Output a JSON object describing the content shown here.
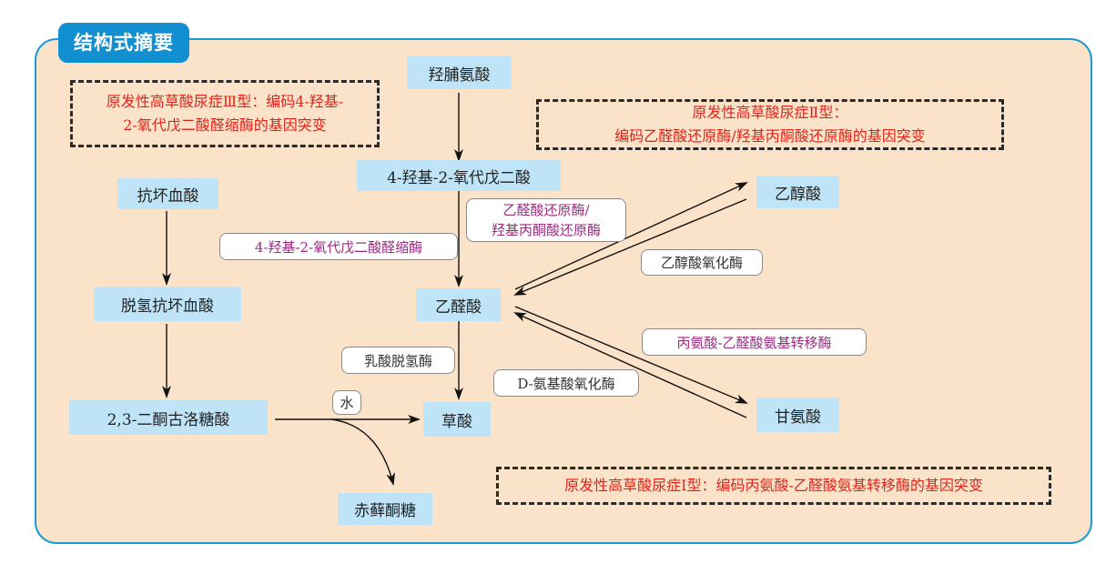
{
  "title": "结构式摘要",
  "nodes": {
    "hydroxyproline": "羟脯氨酸",
    "hog": "4-羟基-2-氧代戊二酸",
    "ascorbic": "抗坏血酸",
    "dehydroascorbic": "脱氢抗坏血酸",
    "diketogulonic": "2,3-二酮古洛糖酸",
    "glyoxylate": "乙醛酸",
    "oxalate": "草酸",
    "erythrulose": "赤藓酮糖",
    "glycolate": "乙醇酸",
    "glycine": "甘氨酸"
  },
  "enzymes": {
    "grhpr_line1": "乙醛酸还原酶/",
    "grhpr_line2": "羟基丙酮酸还原酶",
    "hoga": "4-羟基-2-氧代戊二酸醛缩酶",
    "go": "乙醇酸氧化酶",
    "agt": "丙氨酸-乙醛酸氨基转移酶",
    "ldh": "乳酸脱氢酶",
    "dao": "D-氨基酸氧化酶",
    "water": "水"
  },
  "notes": {
    "ph3_line1": "原发性高草酸尿症Ⅲ型：编码4-羟基-",
    "ph3_line2": "2-氧代戊二酸醛缩酶的基因突变",
    "ph2_line1": "原发性高草酸尿症Ⅱ型：",
    "ph2_line2": "编码乙醛酸还原酶/羟基丙酮酸还原酶的基因突变",
    "ph1": "原发性高草酸尿症Ⅰ型：编码丙氨酸-乙醛酸氨基转移酶的基因突变"
  },
  "colors": {
    "panel_bg": "#fbe3c9",
    "panel_border": "#1b9ad6",
    "node_bg": "#bfe4f7",
    "note_text": "#e2231a",
    "enzyme_purple": "#9b2b82"
  }
}
